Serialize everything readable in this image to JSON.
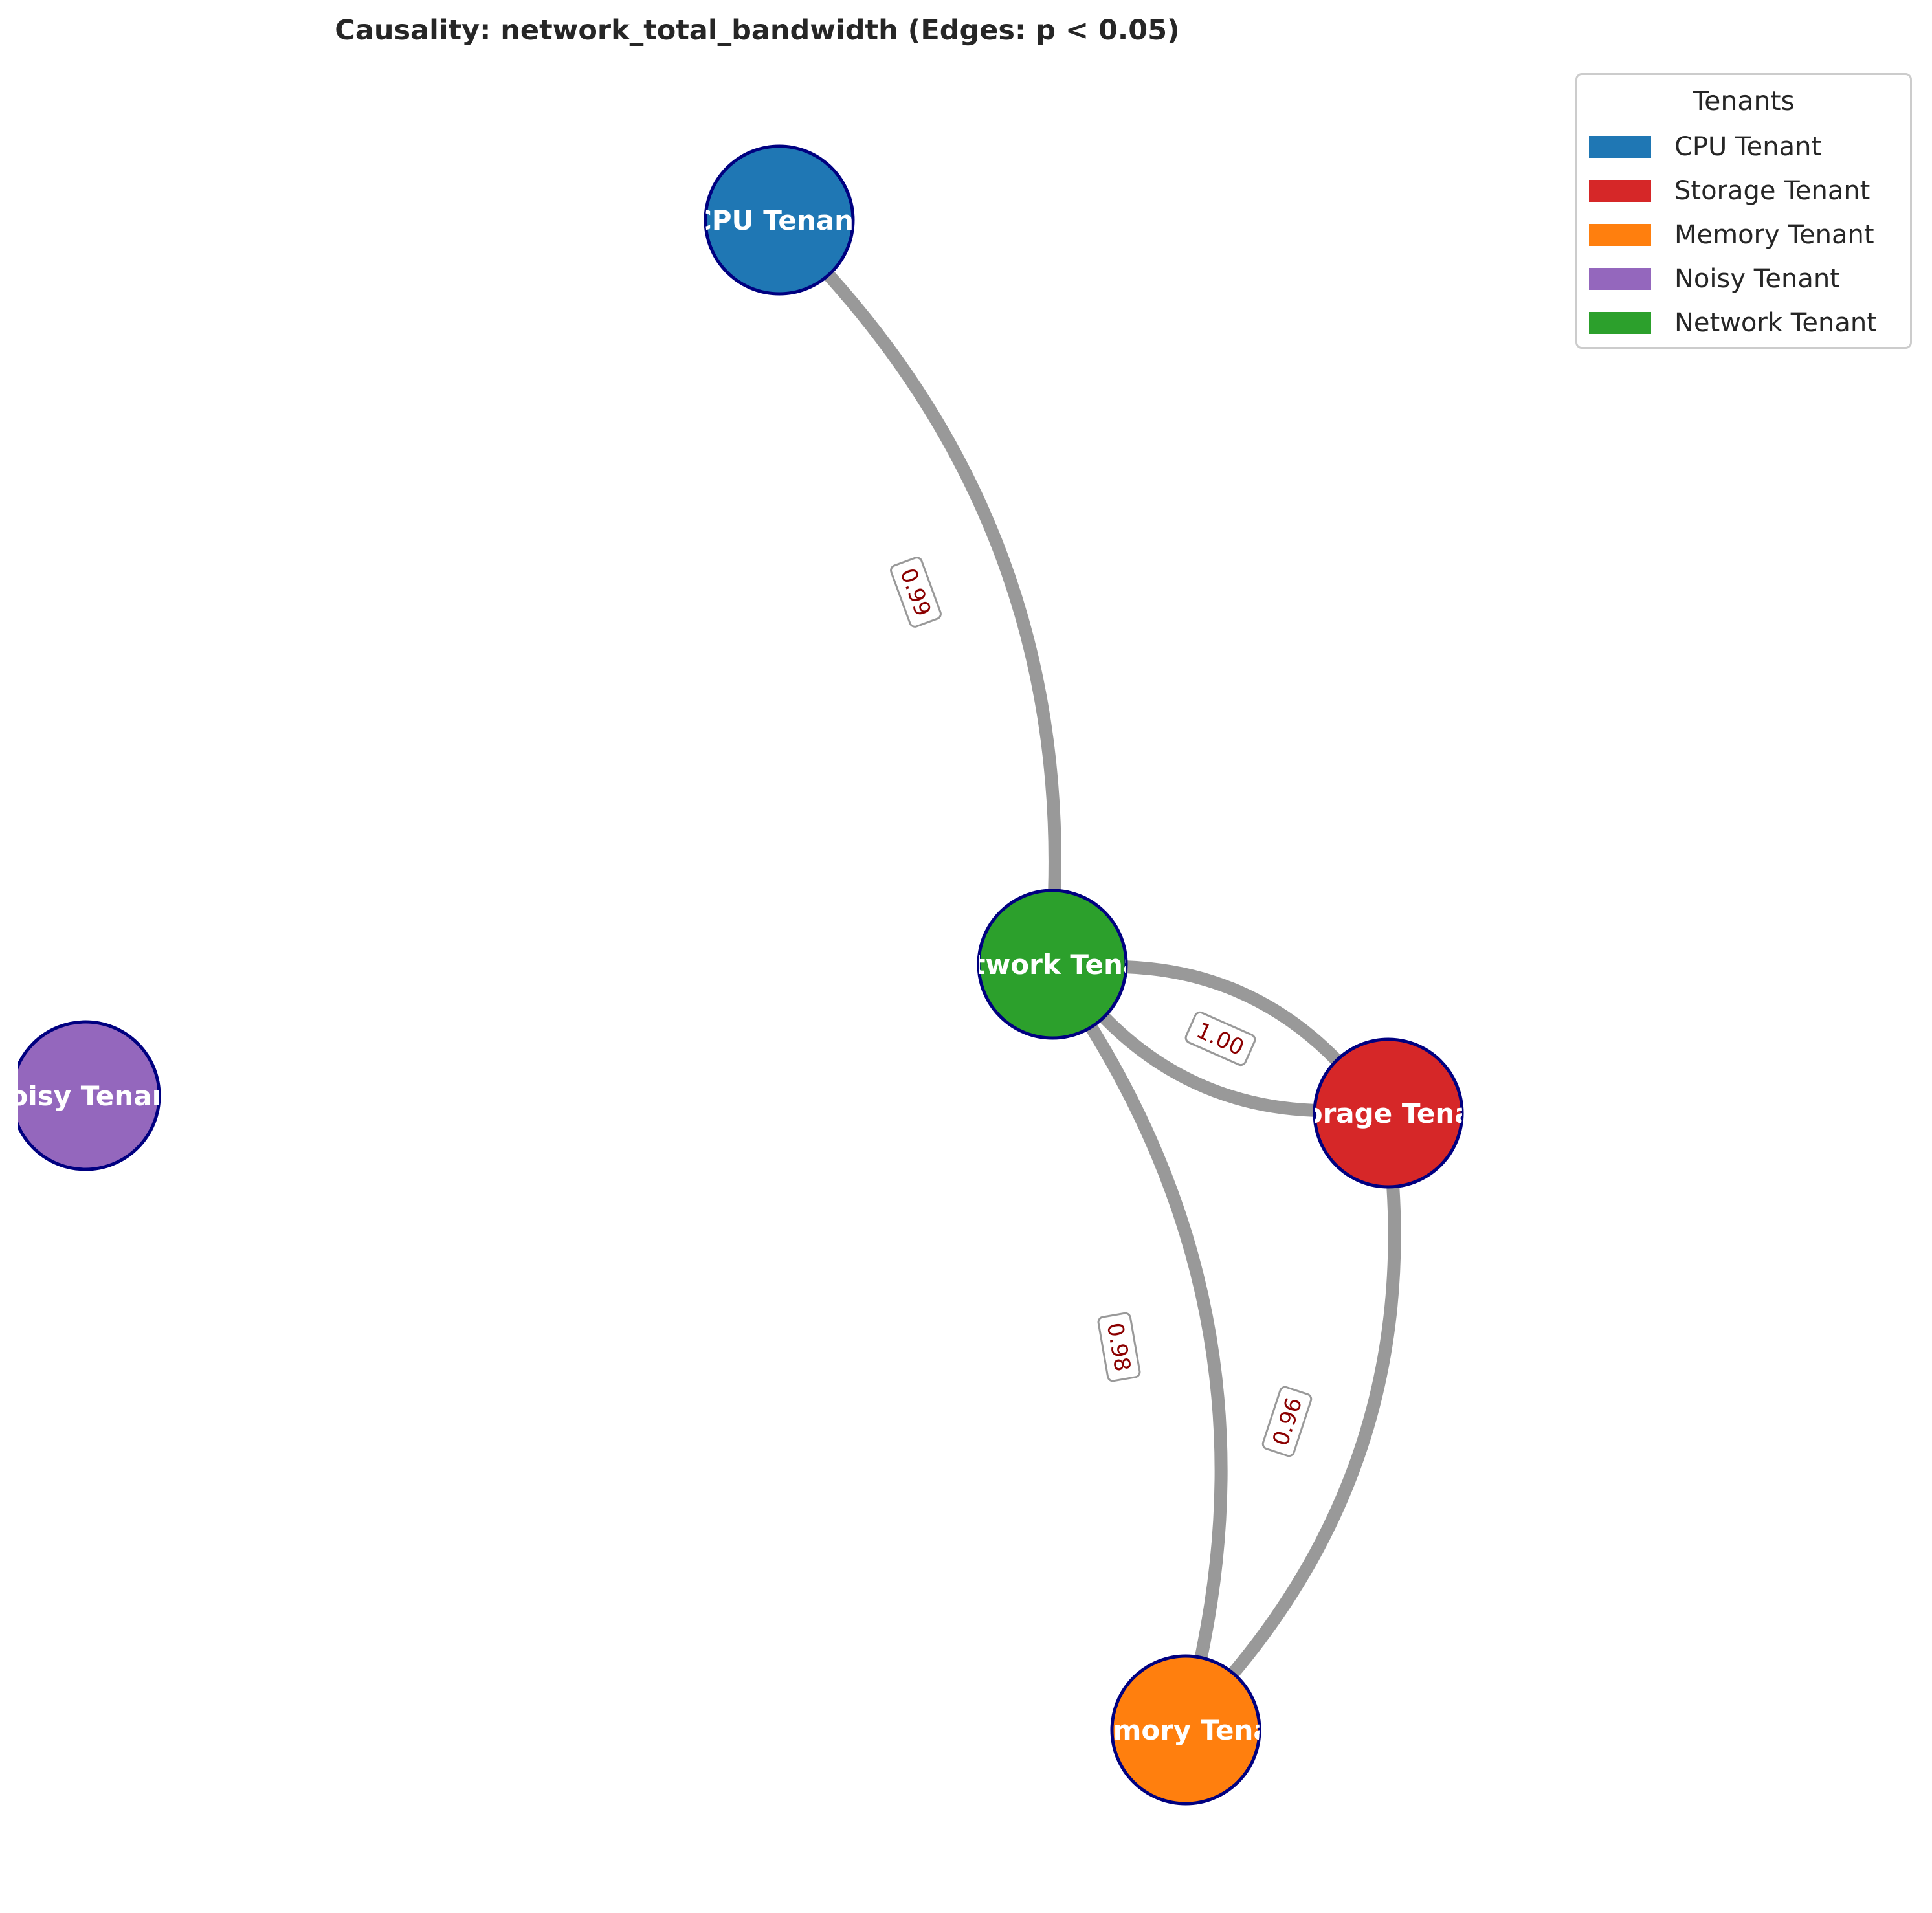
{
  "title": "Causality: network_total_bandwidth (Edges: p < 0.05)",
  "legend": {
    "title": "Tenants",
    "items": [
      {
        "label": "CPU Tenant",
        "color": "#1f77b4"
      },
      {
        "label": "Storage Tenant",
        "color": "#d62728"
      },
      {
        "label": "Memory Tenant",
        "color": "#ff7f0e"
      },
      {
        "label": "Noisy Tenant",
        "color": "#9467bd"
      },
      {
        "label": "Network Tenant",
        "color": "#2ca02c"
      }
    ]
  },
  "nodes": [
    {
      "id": "cpu",
      "label": "CPU Tenant",
      "color": "#1f77b4"
    },
    {
      "id": "network",
      "label": "Network Tenant",
      "color": "#2ca02c"
    },
    {
      "id": "noisy",
      "label": "Noisy Tenant",
      "color": "#9467bd"
    },
    {
      "id": "storage",
      "label": "Storage Tenant",
      "color": "#d62728"
    },
    {
      "id": "memory",
      "label": "Memory Tenant",
      "color": "#ff7f0e"
    }
  ],
  "edges": [
    {
      "source": "cpu",
      "target": "network",
      "weight": "0.99"
    },
    {
      "source": "network",
      "target": "storage",
      "weight": "1.00"
    },
    {
      "source": "storage",
      "target": "network",
      "weight": "1.00"
    },
    {
      "source": "network",
      "target": "memory",
      "weight": "0.98"
    },
    {
      "source": "storage",
      "target": "memory",
      "weight": "0.96"
    }
  ],
  "colors": {
    "edge": "#999999",
    "edge_label": "#8b0000",
    "node_border": "#000080",
    "node_label": "#ffffff"
  }
}
